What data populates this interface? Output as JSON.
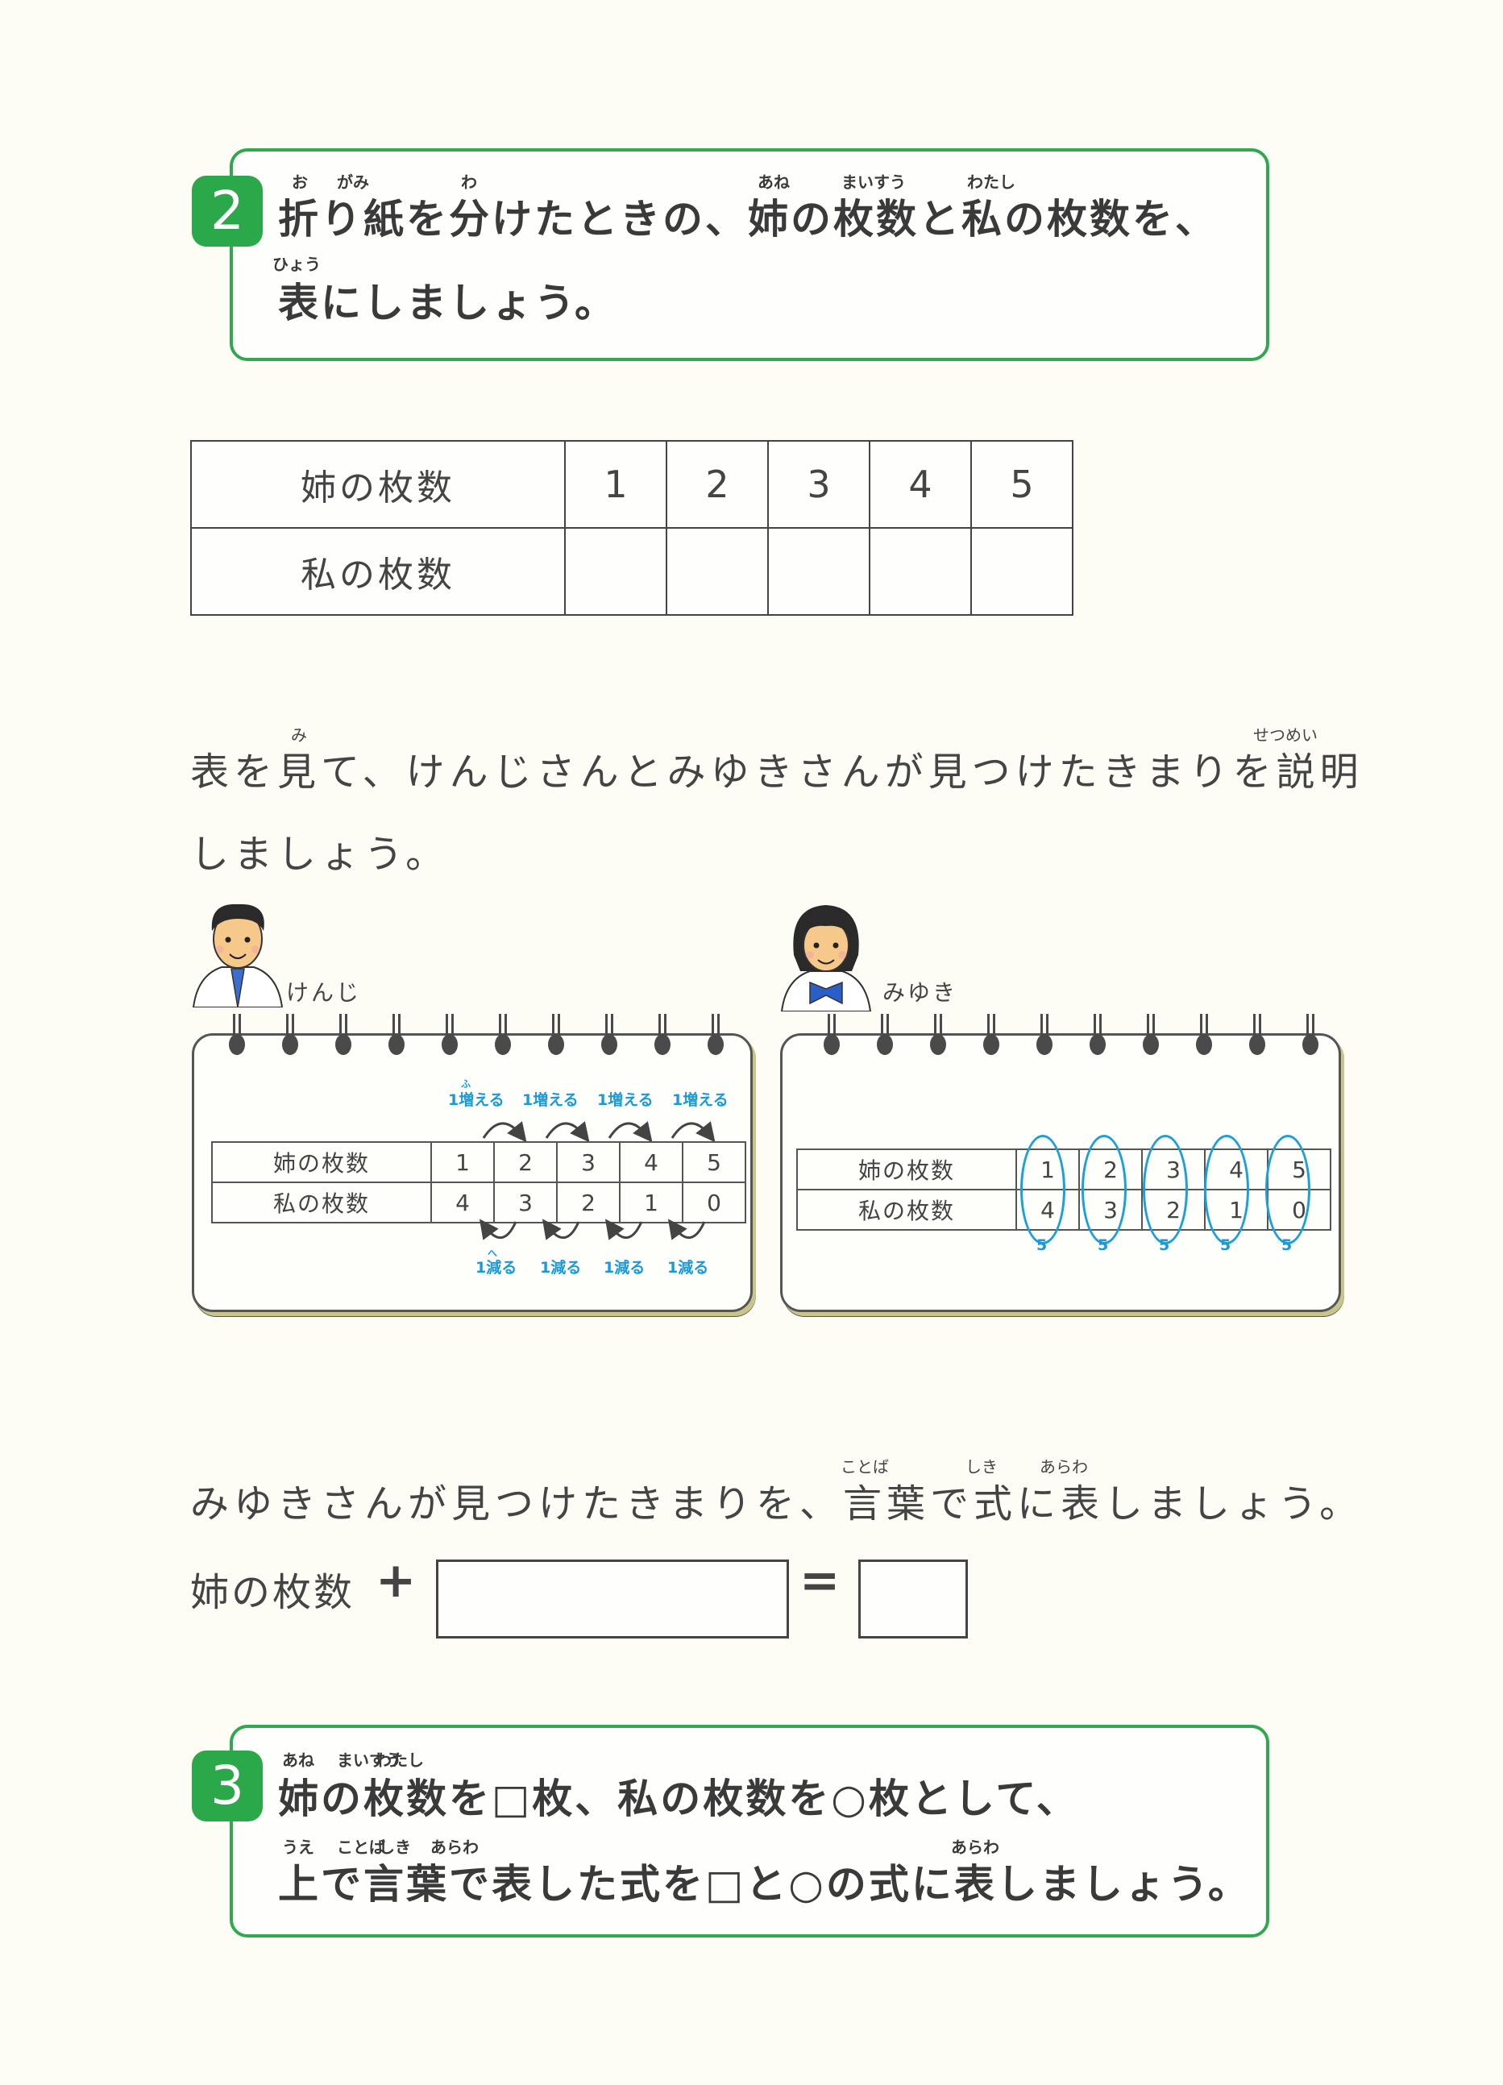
{
  "question2": {
    "number": "2",
    "line1": "折り紙を分けたときの、姉の枚数と私の枚数を、",
    "line2": "表にしましょう。",
    "ruby": {
      "ori": "お",
      "gami": "がみ",
      "wa": "わ",
      "ane": "あね",
      "maisuu": "まいすう",
      "watashi": "わたし",
      "hyou": "ひょう"
    }
  },
  "main_table": {
    "row_labels": [
      "姉の枚数",
      "私の枚数"
    ],
    "sister_values": [
      "1",
      "2",
      "3",
      "4",
      "5"
    ],
    "my_values": [
      "",
      "",
      "",
      "",
      ""
    ]
  },
  "instruction": {
    "line1": "表を見て、けんじさんとみゆきさんが見つけたきまりを説明",
    "line2": "しましょう。",
    "ruby": {
      "mi": "み",
      "setsumei": "せつめい"
    }
  },
  "kenji": {
    "name": "けんじ",
    "table": {
      "row_labels": [
        "姉の枚数",
        "私の枚数"
      ],
      "sister_values": [
        "1",
        "2",
        "3",
        "4",
        "5"
      ],
      "my_values": [
        "4",
        "3",
        "2",
        "1",
        "0"
      ]
    },
    "increase_labels": [
      "1増える",
      "1増える",
      "1増える",
      "1増える"
    ],
    "increase_ruby": "ふ",
    "decrease_labels": [
      "1減る",
      "1減る",
      "1減る",
      "1減る"
    ],
    "decrease_ruby": "へ"
  },
  "miyuki": {
    "name": "みゆき",
    "table": {
      "row_labels": [
        "姉の枚数",
        "私の枚数"
      ],
      "sister_values": [
        "1",
        "2",
        "3",
        "4",
        "5"
      ],
      "my_values": [
        "4",
        "3",
        "2",
        "1",
        "0"
      ]
    },
    "sums": [
      "5",
      "5",
      "5",
      "5",
      "5"
    ]
  },
  "expression_prompt": {
    "text": "みゆきさんが見つけたきまりを、言葉で式に表しましょう。",
    "ruby": {
      "kotoba": "ことば",
      "shiki": "しき",
      "arawa": "あらわ"
    }
  },
  "equation": {
    "left_label": "姉の枚数",
    "plus": "+",
    "equals": "=",
    "blank1": "",
    "blank2": ""
  },
  "question3": {
    "number": "3",
    "line1": "姉の枚数を□枚、私の枚数を○枚として、",
    "line2": "上で言葉で表した式を□と○の式に表しましょう。",
    "ruby": {
      "ane": "あね",
      "maisuu": "まいすう",
      "watashi": "わたし",
      "ue": "うえ",
      "kotoba": "ことば",
      "arawa1": "あらわ",
      "shiki": "しき",
      "arawa2": "あらわ"
    }
  },
  "colors": {
    "green": "#2aa84a",
    "blue": "#1a9ad6",
    "text": "#3a3a3a"
  }
}
